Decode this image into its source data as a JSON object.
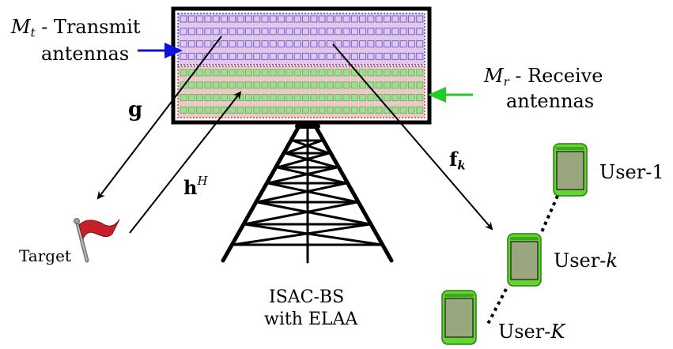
{
  "labels": {
    "transmit_symbol": "M",
    "transmit_sub": "t",
    "transmit_text": " - Transmit",
    "transmit_text2": "antennas",
    "receive_symbol": "M",
    "receive_sub": "r",
    "receive_text": " - Receive",
    "receive_text2": "antennas",
    "g": "g",
    "h": "h",
    "h_sup": "H",
    "f": "f",
    "f_sub": "k",
    "target": "Target",
    "bs_line1": "ISAC-BS",
    "bs_line2": "with ELAA",
    "user1": "User-1",
    "userk_prefix": "User-",
    "userk_idx": "k",
    "userK_prefix": "User-",
    "userK_idx": "K"
  },
  "colors": {
    "transmit_arrow": "#1010e0",
    "receive_arrow": "#22cc22",
    "tx_panel": "#e3c6e8",
    "tx_element": "#6a6ad8",
    "rx_panel": "#ecc9c4",
    "rx_element": "#9fdc95",
    "phone_body": "#5ed82a",
    "phone_screen": "#9aa77e",
    "flag": "#c8202a"
  }
}
